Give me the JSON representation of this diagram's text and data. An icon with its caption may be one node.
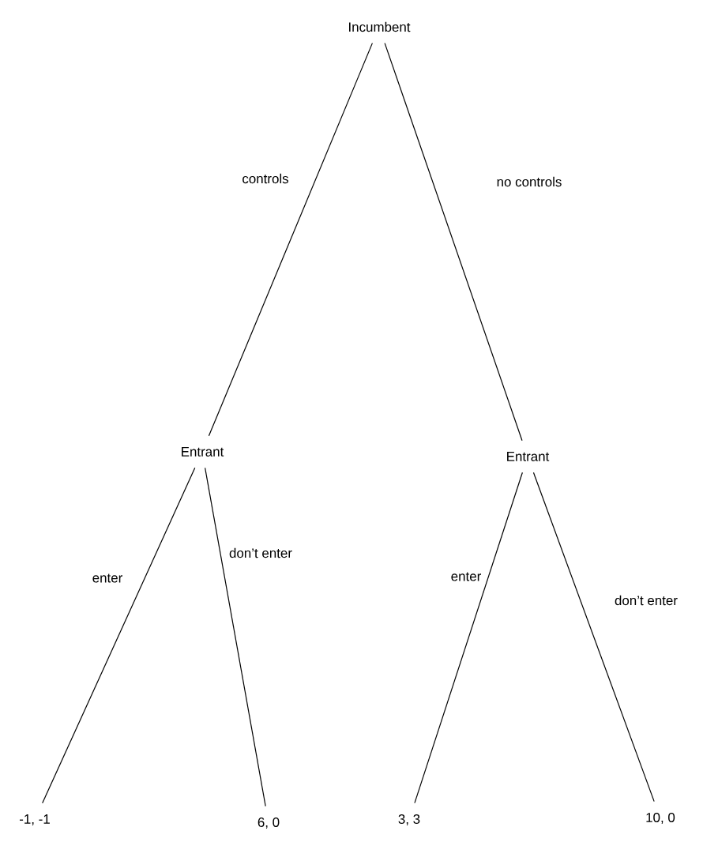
{
  "diagram": {
    "nodes": [
      {
        "text": [
          "Incumbent"
        ]
      },
      {
        "text": [
          "Entrant"
        ]
      },
      {
        "text": [
          "Entrant"
        ]
      },
      {
        "text": [
          "-1, -1"
        ]
      },
      {
        "text": [
          "6, 0"
        ]
      },
      {
        "text": [
          "3, 3"
        ]
      },
      {
        "text": [
          "10, 0"
        ]
      }
    ],
    "edges": [
      {
        "from": 0,
        "to": 1,
        "arrow": "none",
        "label": "controls"
      },
      {
        "from": 0,
        "to": 2,
        "arrow": "none",
        "label": "no controls"
      },
      {
        "from": 1,
        "to": 3,
        "arrow": "none",
        "label": "enter"
      },
      {
        "from": 1,
        "to": 4,
        "arrow": "none",
        "label": "don’t enter"
      },
      {
        "from": 2,
        "to": 5,
        "arrow": "none",
        "label": "enter"
      },
      {
        "from": 2,
        "to": 6,
        "arrow": "none",
        "label": "don’t enter"
      }
    ]
  }
}
